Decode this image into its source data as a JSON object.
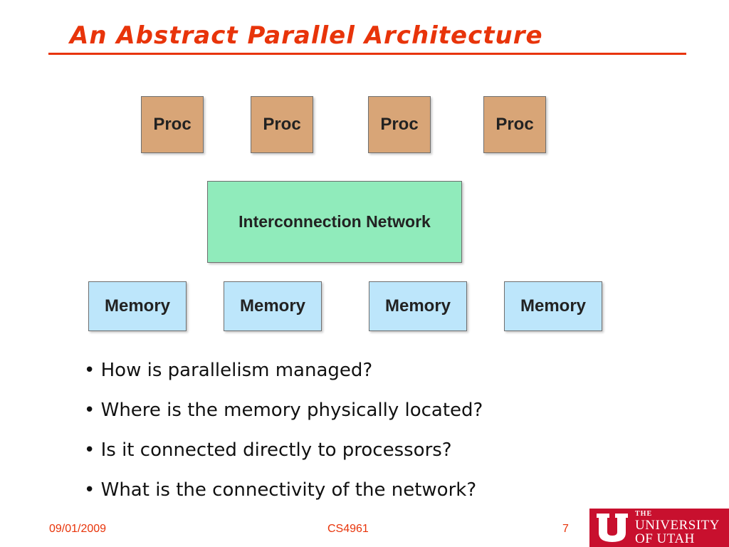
{
  "slide": {
    "title": "An Abstract Parallel Architecture",
    "title_color": "#e8340a"
  },
  "diagram": {
    "processors": [
      "Proc",
      "Proc",
      "Proc",
      "Proc"
    ],
    "network": "Interconnection Network",
    "memories": [
      "Memory",
      "Memory",
      "Memory",
      "Memory"
    ],
    "colors": {
      "processor": "#d8a577",
      "network": "#90ebbb",
      "memory": "#bde6fb"
    }
  },
  "bullets": [
    "How is parallelism managed?",
    "Where is the memory physically located?",
    "Is it connected directly to processors?",
    "What is the connectivity of the network?"
  ],
  "footer": {
    "date": "09/01/2009",
    "course": "CS4961",
    "page": "7",
    "color": "#e8340a"
  },
  "logo": {
    "the": "THE",
    "line1": "UNIVERSITY",
    "line2": "OF UTAH",
    "color": "#c8102e"
  }
}
